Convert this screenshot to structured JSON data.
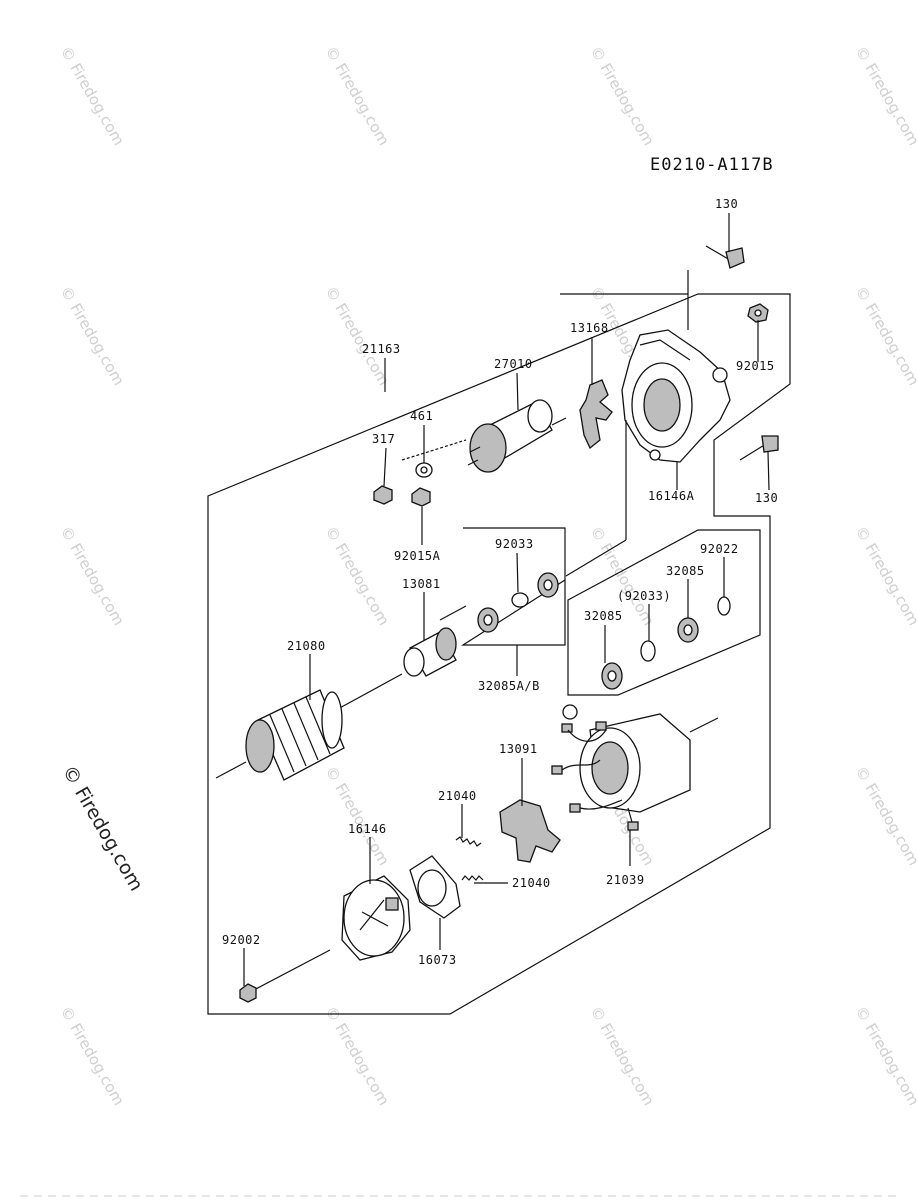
{
  "diagram": {
    "code": "E0210-A117B",
    "side_watermark": "© Firedog.com",
    "watermark": "© Firedog.com",
    "labels": {
      "p130_top": "130",
      "p130_right": "130",
      "p21163": "21163",
      "p27010": "27010",
      "p13168": "13168",
      "p92015": "92015",
      "p461": "461",
      "p317": "317",
      "p16146A": "16146A",
      "p92015A": "92015A",
      "p92033": "92033",
      "p92022": "92022",
      "p13081": "13081",
      "p32085_a": "32085",
      "p92033_paren": "(92033)",
      "p32085_b": "32085",
      "p21080": "21080",
      "p32085AB": "32085A/B",
      "p13091": "13091",
      "p21040_a": "21040",
      "p16146": "16146",
      "p21040_b": "21040",
      "p21039": "21039",
      "p92002": "92002",
      "p16073": "16073"
    }
  }
}
